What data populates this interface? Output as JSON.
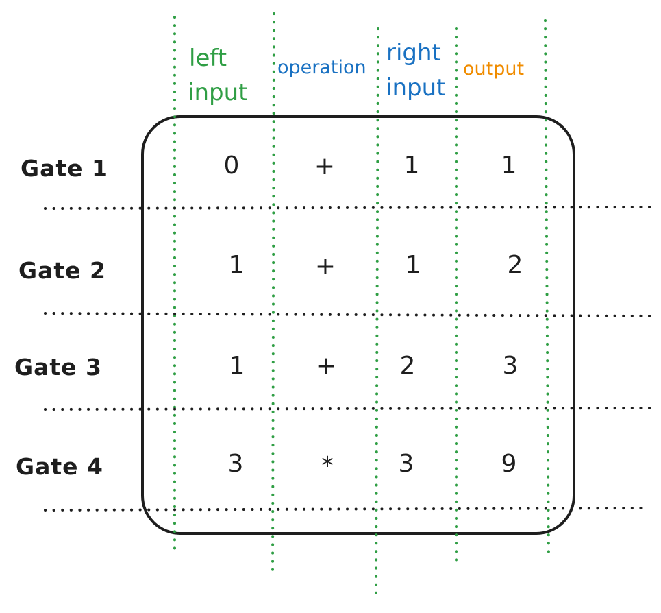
{
  "colors": {
    "ink": "#1e1e1e",
    "green": "#2f9e44",
    "blue": "#1971c2",
    "orange": "#f08c00"
  },
  "headers": {
    "left_input_line1": "left",
    "left_input_line2": "input",
    "operation": "operation",
    "right_input_line1": "right",
    "right_input_line2": "input",
    "output": "output"
  },
  "gates": [
    {
      "label": "Gate 1",
      "left": "0",
      "op": "+",
      "right": "1",
      "output": "1"
    },
    {
      "label": "Gate 2",
      "left": "1",
      "op": "+",
      "right": "1",
      "output": "2"
    },
    {
      "label": "Gate 3",
      "left": "1",
      "op": "+",
      "right": "2",
      "output": "3"
    },
    {
      "label": "Gate 4",
      "left": "3",
      "op": "*",
      "right": "3",
      "output": "9"
    }
  ]
}
